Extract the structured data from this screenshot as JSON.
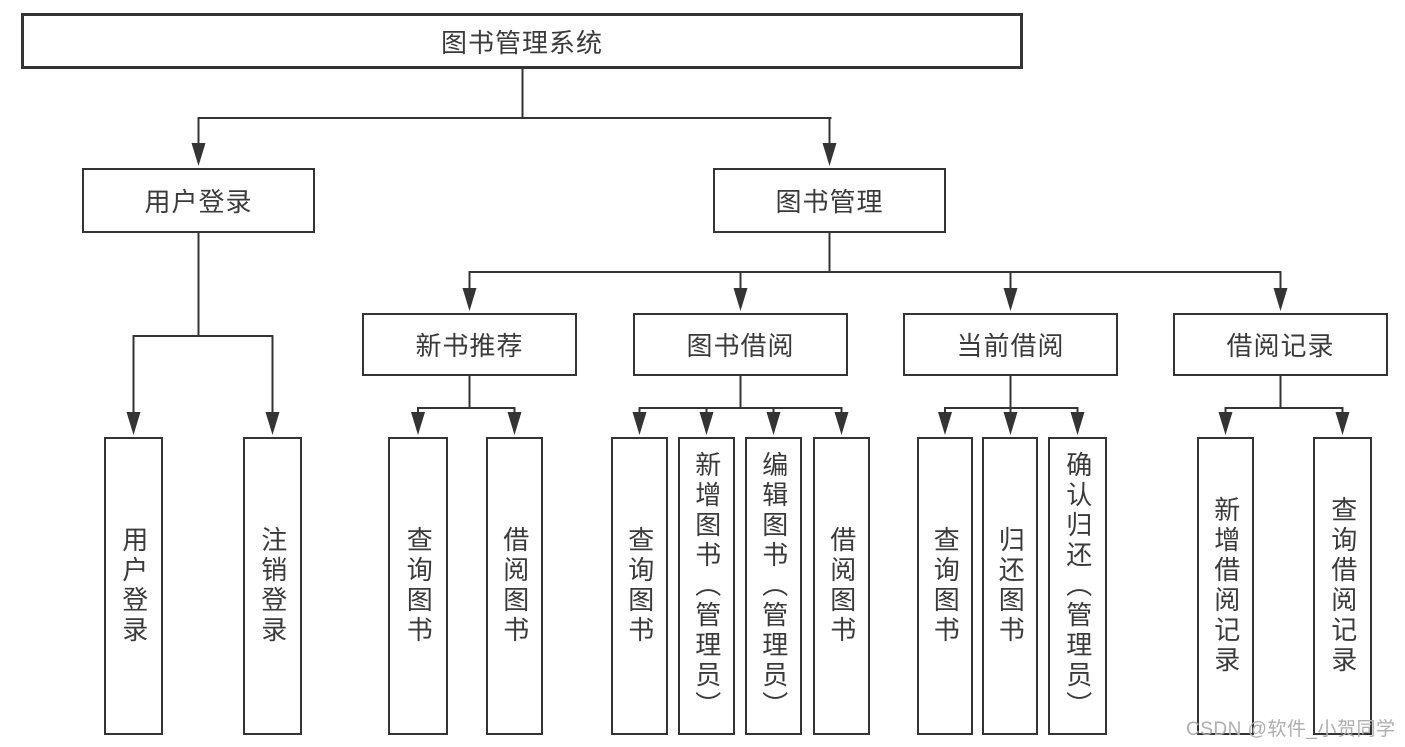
{
  "colors": {
    "line": "#343434",
    "box_border": "#343434",
    "text": "#3a3a3a",
    "background": "#ffffff",
    "watermark": "#aeaeae"
  },
  "tree": {
    "root": {
      "label": "图书管理系统",
      "children": [
        {
          "label": "用户登录",
          "children": [
            {
              "label": "用户登录"
            },
            {
              "label": "注销登录"
            }
          ]
        },
        {
          "label": "图书管理",
          "children": [
            {
              "label": "新书推荐",
              "children": [
                {
                  "label": "查询图书"
                },
                {
                  "label": "借阅图书"
                }
              ]
            },
            {
              "label": "图书借阅",
              "children": [
                {
                  "label": "查询图书"
                },
                {
                  "label": "新增图书（管理员）"
                },
                {
                  "label": "编辑图书（管理员）"
                },
                {
                  "label": "借阅图书"
                }
              ]
            },
            {
              "label": "当前借阅",
              "children": [
                {
                  "label": "查询图书"
                },
                {
                  "label": "归还图书"
                },
                {
                  "label": "确认归还（管理员）"
                }
              ]
            },
            {
              "label": "借阅记录",
              "children": [
                {
                  "label": "新增借阅记录"
                },
                {
                  "label": "查询借阅记录"
                }
              ]
            }
          ]
        }
      ]
    }
  },
  "watermark": {
    "text": "CSDN @软件_小贺同学"
  }
}
